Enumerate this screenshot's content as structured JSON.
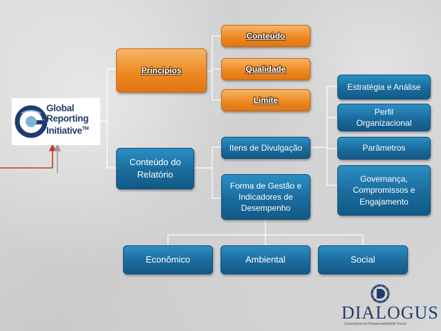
{
  "gri_logo": {
    "line1": "Global",
    "line2": "Reporting",
    "line3": "Initiative",
    "tm": "TM"
  },
  "principles": {
    "label": "Princípios",
    "items": [
      "Conteúdo",
      "Qualidade",
      "Limite"
    ]
  },
  "report_content": {
    "label": "Conteúdo do Relatório",
    "disclosure_items": "Itens de Divulgação",
    "management_form": "Forma de Gestão e Indicadores de Desempenho"
  },
  "profile_items": [
    "Estratégia e Análise",
    "Perfil Organizacional",
    "Parâmetros",
    "Governança, Compromissos e Engajamento"
  ],
  "dimensions": [
    "Econômico",
    "Ambiental",
    "Social"
  ],
  "dialogus": {
    "name": "DIALOGUS",
    "tagline": "Consultoria em Responsabilidade Social"
  },
  "colors": {
    "orange": "#ee8a22",
    "blue": "#1a6b9c",
    "connector": "#ffffff",
    "arrow": "#c0392b"
  }
}
